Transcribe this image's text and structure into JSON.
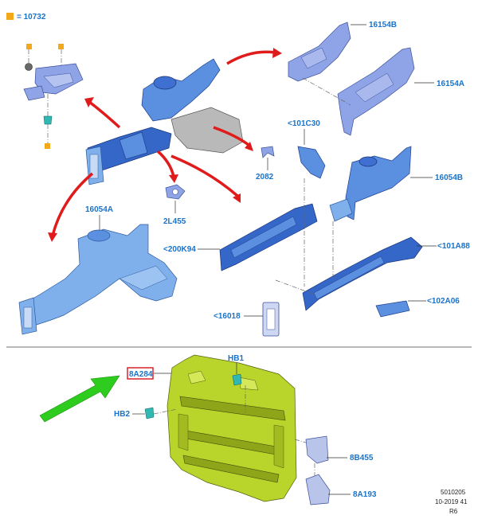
{
  "legend": {
    "text": "= 10732",
    "marker_color": "#f3a81c"
  },
  "callouts": {
    "p16154B": "16154B",
    "p16154A": "16154A",
    "p101C30": "<101C30",
    "p16054B": "16054B",
    "p2082": "2082",
    "p2L455": "2L455",
    "p16054A": "16054A",
    "p200K94": "<200K94",
    "p101A88": "<101A88",
    "p102A06": "<102A06",
    "p16018": "<16018",
    "p8A284": "8A284",
    "pHB1": "HB1",
    "pHB2": "HB2",
    "p8B455": "8B455",
    "p8A193": "8A193"
  },
  "footer": {
    "line1": "5010205",
    "line2": "10-2019 41",
    "line3": "R6"
  },
  "colors": {
    "callout_blue": "#1a73c9",
    "arrow_red": "#e01b1b",
    "arrow_green": "#2ecc1f",
    "highlight_red": "#d8232a",
    "part_blue": "#5b8fe0",
    "part_yellow": "#b9d42a"
  }
}
